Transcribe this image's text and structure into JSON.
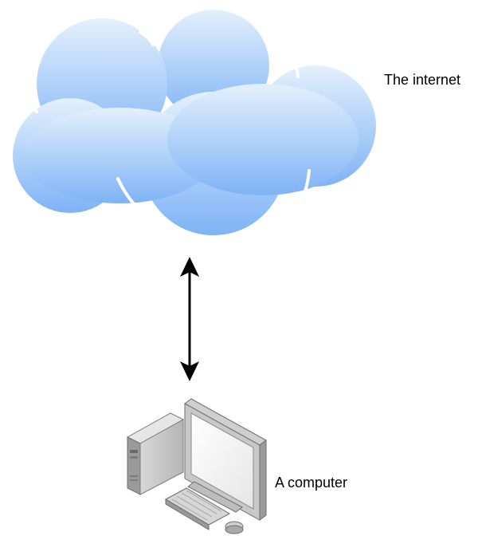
{
  "nodes": {
    "cloud": {
      "label": "The internet",
      "icon": "cloud-icon"
    },
    "computer": {
      "label": "A computer",
      "icon": "desktop-computer-icon"
    }
  },
  "edges": [
    {
      "from": "cloud",
      "to": "computer",
      "type": "bidirectional-arrow"
    }
  ],
  "colors": {
    "cloud_top": "#e4f0fc",
    "cloud_bottom": "#7eb3f6",
    "arrow": "#000000"
  }
}
